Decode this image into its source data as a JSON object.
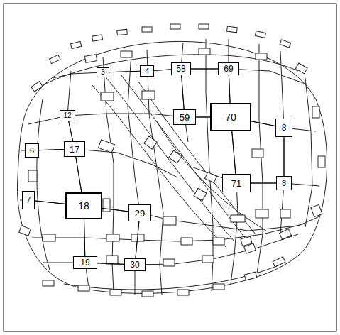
{
  "diagram": {
    "nodes": [
      {
        "text": [
          "3"
        ]
      },
      {
        "text": [
          "4"
        ]
      },
      {
        "text": [
          "58"
        ]
      },
      {
        "text": [
          "69"
        ]
      },
      {
        "text": [
          "12"
        ]
      },
      {
        "text": [
          "59"
        ]
      },
      {
        "text": [
          "70"
        ]
      },
      {
        "text": [
          "8"
        ]
      },
      {
        "text": [
          "6"
        ]
      },
      {
        "text": [
          "17"
        ]
      },
      {
        "text": [
          "7"
        ]
      },
      {
        "text": [
          "18"
        ]
      },
      {
        "text": [
          "29"
        ]
      },
      {
        "text": [
          "71"
        ]
      },
      {
        "text": [
          "8"
        ]
      },
      {
        "text": [
          "19"
        ]
      },
      {
        "text": [
          "30"
        ]
      }
    ],
    "edges": [
      {
        "from": 0,
        "to": 1,
        "arrow": "none"
      },
      {
        "from": 1,
        "to": 2,
        "arrow": "none"
      },
      {
        "from": 2,
        "to": 3,
        "arrow": "none"
      },
      {
        "from": 2,
        "to": 5,
        "arrow": "none"
      },
      {
        "from": 3,
        "to": 6,
        "arrow": "none"
      },
      {
        "from": 5,
        "to": 6,
        "arrow": "none"
      },
      {
        "from": 6,
        "to": 7,
        "arrow": "none"
      },
      {
        "from": 6,
        "to": 13,
        "arrow": "none"
      },
      {
        "from": 13,
        "to": 14,
        "arrow": "none"
      },
      {
        "from": 7,
        "to": 14,
        "arrow": "none"
      },
      {
        "from": 4,
        "to": 9,
        "arrow": "none"
      },
      {
        "from": 8,
        "to": 9,
        "arrow": "none"
      },
      {
        "from": 9,
        "to": 11,
        "arrow": "none"
      },
      {
        "from": 10,
        "to": 11,
        "arrow": "none"
      },
      {
        "from": 11,
        "to": 12,
        "arrow": "none"
      },
      {
        "from": 11,
        "to": 15,
        "arrow": "none"
      },
      {
        "from": 12,
        "to": 16,
        "arrow": "none"
      },
      {
        "from": 15,
        "to": 16,
        "arrow": "none"
      }
    ]
  }
}
